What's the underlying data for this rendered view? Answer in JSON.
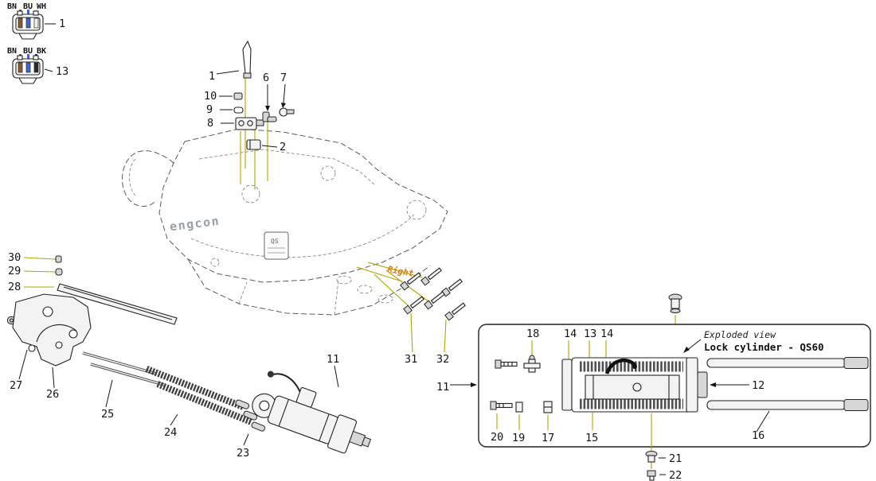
{
  "diagram": {
    "brand": "engcon",
    "right_label": "Right",
    "box": {
      "title": "Exploded view",
      "subtitle": "Lock cylinder - QS60"
    },
    "connector_top": {
      "labels": [
        "BN",
        "BU",
        "WH"
      ],
      "callout": "1"
    },
    "connector_bottom": {
      "labels": [
        "BN",
        "BU",
        "BK"
      ],
      "callout": "13"
    },
    "qs_plate_label": "QS",
    "callouts": {
      "top_1": "1",
      "n2": "2",
      "n6": "6",
      "n7": "7",
      "n8": "8",
      "n9": "9",
      "n10": "10",
      "n11_main": "11",
      "n23": "23",
      "n24": "24",
      "n25": "25",
      "n26": "26",
      "n27": "27",
      "n28": "28",
      "n29": "29",
      "n30": "30",
      "n31": "31",
      "n32": "32",
      "box_11": "11",
      "box_12": "12",
      "box_13": "13",
      "box_14a": "14",
      "box_14b": "14",
      "box_15": "15",
      "box_16": "16",
      "box_17": "17",
      "box_18": "18",
      "box_19": "19",
      "box_20": "20",
      "box_21": "21",
      "box_22": "22"
    },
    "colors": {
      "line": "#222222",
      "dashed_body": "#5a5a5a",
      "leader_yellow": "#b3a100",
      "orange": "#e07818",
      "wire_brown": "#8a5a33",
      "wire_blue": "#4466cc",
      "wire_white": "#d9d9d9",
      "wire_black": "#2b2b2b",
      "brand_gray": "#99a0a8"
    }
  }
}
